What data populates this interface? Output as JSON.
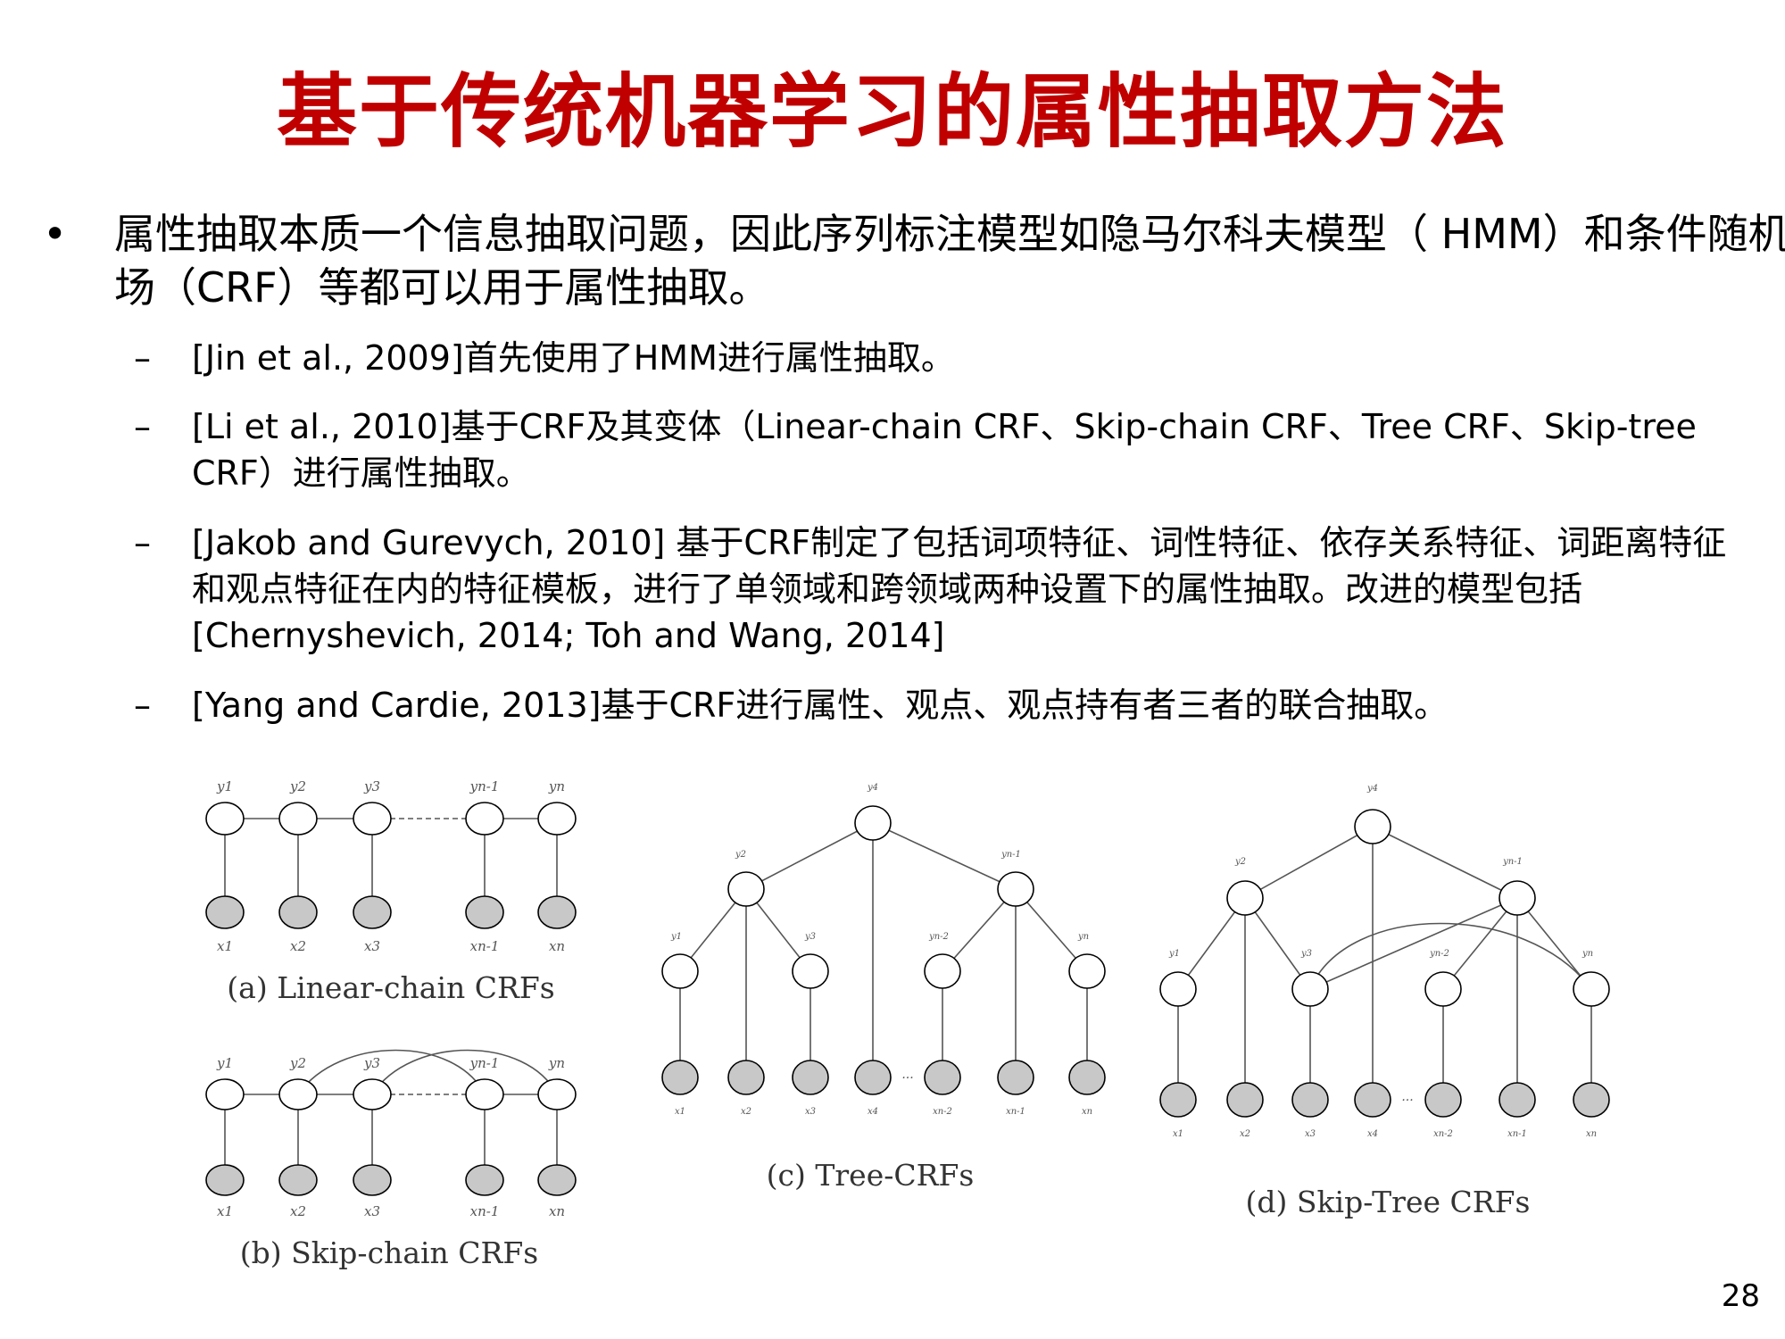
{
  "title": "基于传统机器学习的属性抽取方法",
  "bullet": {
    "mark": "•",
    "text": "属性抽取本质一个信息抽取问题，因此序列标注模型如隐马尔科夫模型（ HMM）和条件随机场（CRF）等都可以用于属性抽取。"
  },
  "sub_items": [
    {
      "mark": "–",
      "text": "[Jin et al., 2009]首先使用了HMM进行属性抽取。"
    },
    {
      "mark": "–",
      "text": "[Li et al., 2010]基于CRF及其变体（Linear-chain CRF、Skip-chain CRF、Tree CRF、Skip-tree CRF）进行属性抽取。"
    },
    {
      "mark": "–",
      "text": "[Jakob and Gurevych, 2010] 基于CRF制定了包括词项特征、词性特征、依存关系特征、词距离特征和观点特征在内的特征模板，进行了单领域和跨领域两种设置下的属性抽取。改进的模型包括[Chernyshevich, 2014; Toh and Wang, 2014]"
    },
    {
      "mark": "–",
      "text": "[Yang and Cardie, 2013]基于CRF进行属性、观点、观点持有者三者的联合抽取。"
    }
  ],
  "figures": {
    "a": {
      "caption": "(a) Linear-chain  CRFs",
      "y_labels": [
        "y1",
        "y2",
        "y3",
        "yn-1",
        "yn"
      ],
      "x_labels": [
        "x1",
        "x2",
        "x3",
        "xn-1",
        "xn"
      ]
    },
    "b": {
      "caption": "(b) Skip-chain  CRFs",
      "y_labels": [
        "y1",
        "y2",
        "y3",
        "yn-1",
        "yn"
      ],
      "x_labels": [
        "x1",
        "x2",
        "x3",
        "xn-1",
        "xn"
      ]
    },
    "c": {
      "caption": "(c) Tree-CRFs",
      "y_labels": [
        "y4",
        "y2",
        "yn-1",
        "y1",
        "y3",
        "yn-2",
        "yn"
      ],
      "x_labels": [
        "x1",
        "x2",
        "x3",
        "x4",
        "xn-2",
        "xn-1",
        "xn"
      ],
      "ellipsis": "..."
    },
    "d": {
      "caption": "(d) Skip-Tree CRFs",
      "y_labels": [
        "y4",
        "y2",
        "yn-1",
        "y1",
        "y3",
        "yn-2",
        "yn"
      ],
      "x_labels": [
        "x1",
        "x2",
        "x3",
        "x4",
        "xn-2",
        "xn-1",
        "xn"
      ],
      "ellipsis": "..."
    }
  },
  "page_number": "28"
}
